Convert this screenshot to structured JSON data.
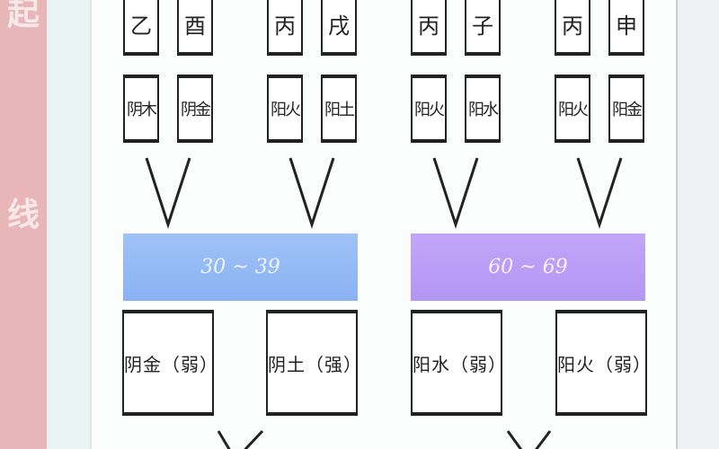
{
  "side_label": {
    "chars": [
      "起",
      "线"
    ],
    "color": "#e8b6b8"
  },
  "groups": [
    {
      "stems": [
        "乙",
        "酉"
      ],
      "elements": [
        "阴木",
        "阴金"
      ],
      "age_range": "30 ~ 39",
      "bar_color": "#8cb4f5",
      "results": [
        "阴金（弱）",
        "阴土（强）"
      ]
    },
    {
      "stems": [
        "丙",
        "戌"
      ],
      "elements": [
        "阳火",
        "阳土"
      ]
    },
    {
      "stems": [
        "丙",
        "子"
      ],
      "elements": [
        "阳火",
        "阳水"
      ],
      "age_range": "60 ~ 69",
      "bar_color": "#b59cf5",
      "results": [
        "阳水（弱）",
        "阳火（弱）"
      ]
    },
    {
      "stems": [
        "丙",
        "申"
      ],
      "elements": [
        "阳火",
        "阳金"
      ]
    }
  ]
}
